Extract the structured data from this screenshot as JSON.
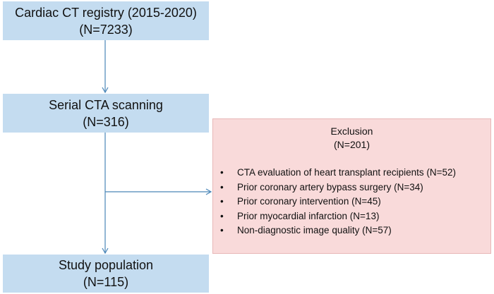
{
  "flow": {
    "registry": {
      "line1": "Cardiac CT registry (2015-2020)",
      "line2": "(N=7233)"
    },
    "serial": {
      "line1": "Serial CTA scanning",
      "line2": "(N=316)"
    },
    "study": {
      "line1": "Study population",
      "line2": "(N=115)"
    }
  },
  "exclusion": {
    "title": "Exclusion",
    "count": "(N=201)",
    "bullet": "•",
    "items": [
      "CTA evaluation of heart transplant recipients (N=52)",
      "Prior coronary artery bypass surgery (N=34)",
      "Prior coronary intervention (N=45)",
      "Prior myocardial infarction (N=13)",
      "Non-diagnostic image quality (N=57)"
    ]
  },
  "colors": {
    "flow_box": "#c4dcf0",
    "exclusion_box": "#f9dada",
    "arrow": "#4a86b8"
  }
}
